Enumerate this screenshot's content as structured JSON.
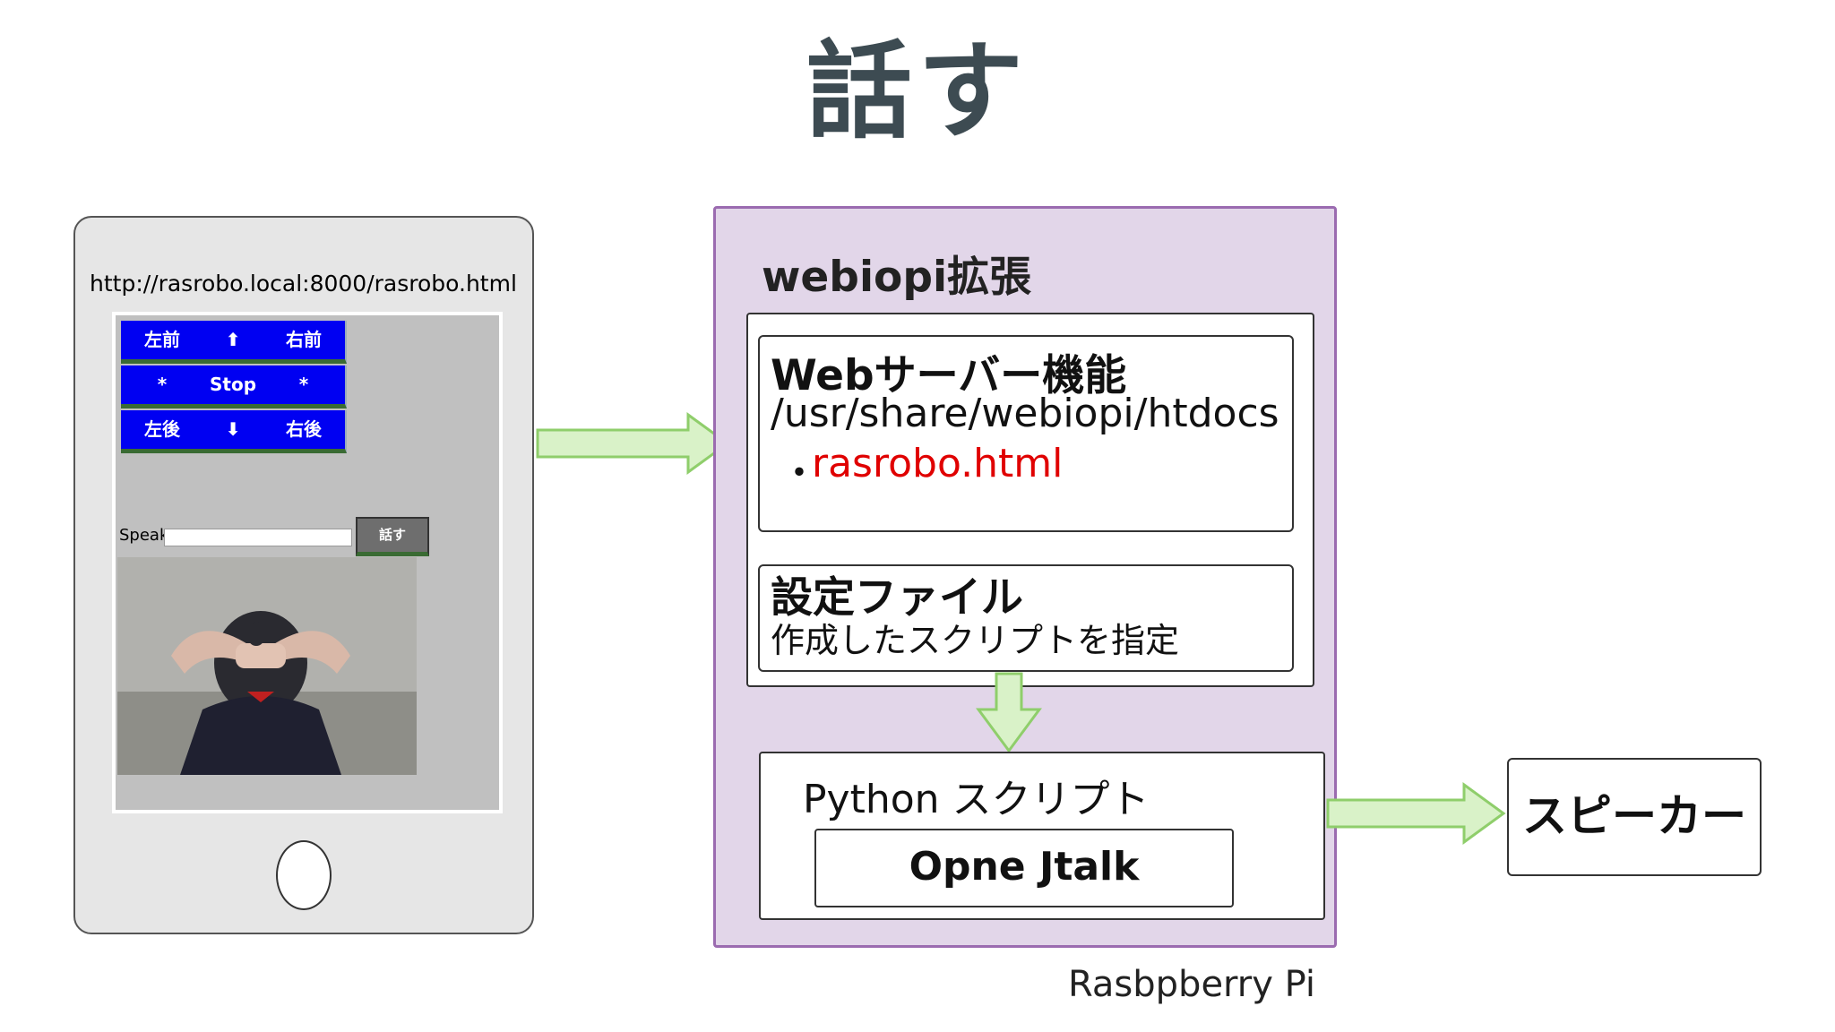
{
  "title": "話す",
  "tablet": {
    "url": "http://rasrobo.local:8000/rasrobo.html",
    "controls": [
      [
        "左前",
        "⬆",
        "右前"
      ],
      [
        "*",
        "Stop",
        "*"
      ],
      [
        "左後",
        "⬇",
        "右後"
      ]
    ],
    "speak_label": "Speak",
    "speak_button": "話す"
  },
  "webiopi": {
    "title": "webiopi拡張",
    "web_server": {
      "title": "Webサーバー機能",
      "path": "/usr/share/webiopi/htdocs",
      "bullet": "・",
      "file": "rasrobo.html"
    },
    "config": {
      "title": "設定ファイル",
      "description": "作成したスクリプトを指定"
    },
    "python": {
      "title": "Python スクリプト",
      "engine": "Opne Jtalk"
    }
  },
  "speaker": "スピーカー",
  "device_label": "Rasbpberry Pi",
  "colors": {
    "purple_fill": "#e2d6e9",
    "purple_border": "#9b6bb0",
    "arrow_fill": "#d9f2c8",
    "arrow_stroke": "#8fce6b",
    "highlight_text": "#e00000",
    "button_blue": "#0000f2"
  }
}
